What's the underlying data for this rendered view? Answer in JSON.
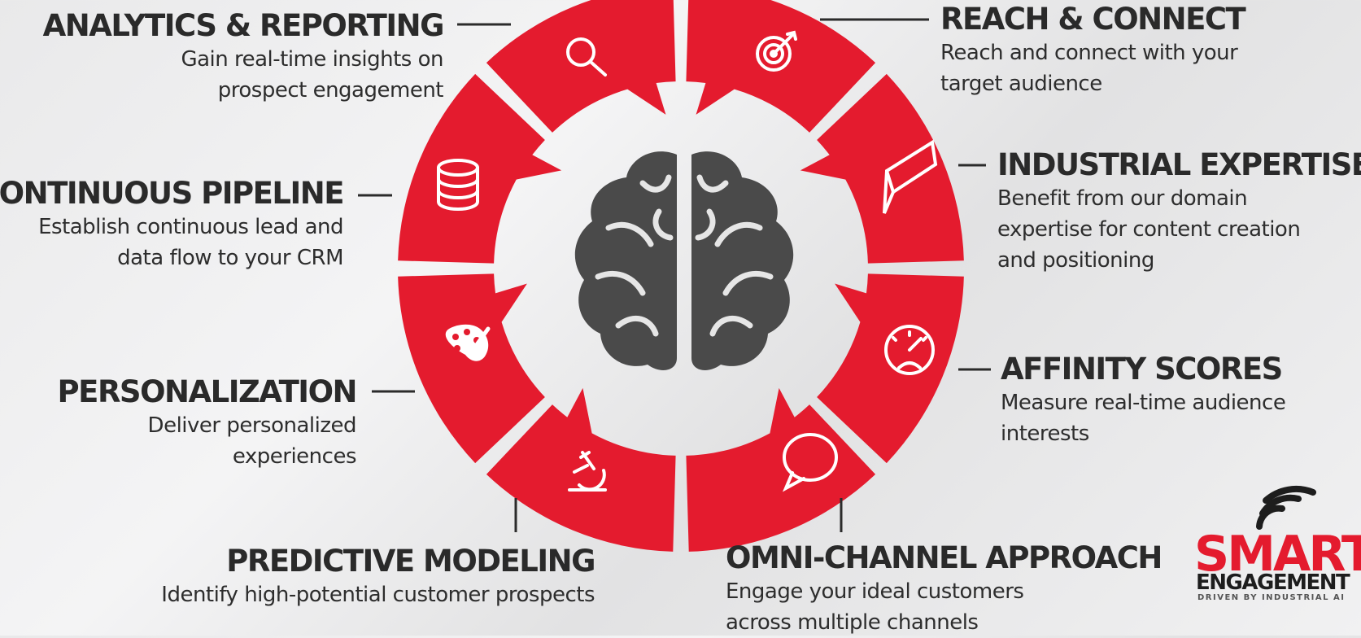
{
  "colors": {
    "ring": "#e41b2e",
    "brain": "#4a4a4a",
    "text": "#2b2b2b"
  },
  "center": {
    "icon": "brain-icon"
  },
  "items": {
    "analytics": {
      "title": "ANALYTICS & REPORTING",
      "desc1": "Gain real-time insights on",
      "desc2": "prospect engagement",
      "icon": "search-icon"
    },
    "reach": {
      "title": "REACH & CONNECT",
      "desc1": "Reach and connect with your",
      "desc2": "target audience",
      "icon": "target-icon"
    },
    "pipeline": {
      "title": "CONTINUOUS PIPELINE",
      "desc1": "Establish continuous lead and",
      "desc2": "data flow to your CRM",
      "icon": "database-icon"
    },
    "expertise": {
      "title": "INDUSTRIAL EXPERTISE",
      "desc1": "Benefit from our domain",
      "desc2": "expertise for content creation",
      "desc3": "and positioning",
      "icon": "pencil-icon"
    },
    "personalization": {
      "title": "PERSONALIZATION",
      "desc1": "Deliver personalized",
      "desc2": "experiences",
      "icon": "palette-icon"
    },
    "affinity": {
      "title": "AFFINITY SCORES",
      "desc1": "Measure real-time audience",
      "desc2": "interests",
      "icon": "gauge-icon"
    },
    "predictive": {
      "title": "PREDICTIVE MODELING",
      "desc1": "Identify high-potential customer prospects",
      "icon": "microscope-icon"
    },
    "omni": {
      "title": "OMNI-CHANNEL APPROACH",
      "desc1": "Engage your ideal customers",
      "desc2": "across multiple channels",
      "icon": "chat-bubble-icon"
    }
  },
  "logo": {
    "word1": "SMART",
    "word2": "ENGAGEMENT",
    "tagline": "DRIVEN BY INDUSTRIAL AI",
    "icon": "wifi-signal-icon"
  }
}
